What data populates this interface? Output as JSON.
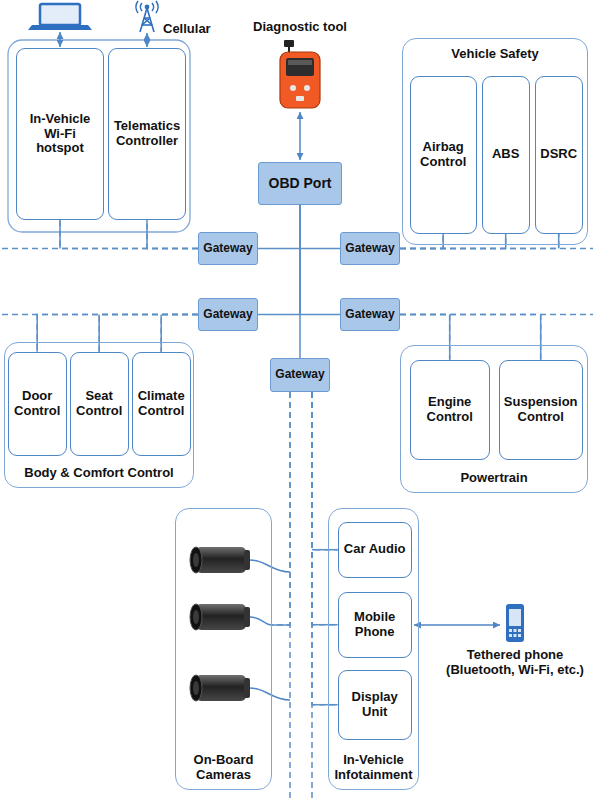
{
  "diagram": {
    "nodes": [
      {
        "text": [
          "In-Vehicle Wi-Fi hotspot"
        ]
      },
      {
        "text": [
          "Telematics Controller"
        ]
      },
      {
        "text": [
          "OBD Port"
        ]
      },
      {
        "text": [
          "Vehicle Safety"
        ]
      },
      {
        "text": [
          "Airbag Control"
        ],
        "in": 3
      },
      {
        "text": [
          "ABS"
        ],
        "in": 3
      },
      {
        "text": [
          "DSRC"
        ],
        "in": 3
      },
      {
        "text": [
          "Gateway"
        ]
      },
      {
        "text": [
          "Gateway"
        ]
      },
      {
        "text": [
          "Gateway"
        ]
      },
      {
        "text": [
          "Gateway"
        ]
      },
      {
        "text": [
          "Body & Comfort Control"
        ]
      },
      {
        "text": [
          "Door Control"
        ],
        "in": 11
      },
      {
        "text": [
          "Seat Control"
        ],
        "in": 11
      },
      {
        "text": [
          "Climate Control"
        ],
        "in": 11
      },
      {
        "text": [
          "Gateway"
        ]
      },
      {
        "text": [
          "Powertrain"
        ]
      },
      {
        "text": [
          "Engine Control"
        ],
        "in": 16
      },
      {
        "text": [
          "Suspension Control"
        ],
        "in": 16
      },
      {
        "text": [
          "On-Board Cameras"
        ]
      },
      {
        "text": [
          "In-Vehicle Infotainment"
        ]
      },
      {
        "text": [
          "Car Audio"
        ],
        "in": 20
      },
      {
        "text": [
          "Mobile Phone"
        ],
        "in": 20
      },
      {
        "text": [
          "Display Unit"
        ],
        "in": 20
      }
    ],
    "edges": [
      {
        "from": 2,
        "to": 7,
        "arrow": "none"
      },
      {
        "from": 2,
        "to": 8,
        "arrow": "none"
      },
      {
        "from": 2,
        "to": 9,
        "arrow": "none"
      },
      {
        "from": 2,
        "to": 10,
        "arrow": "none"
      },
      {
        "from": 2,
        "to": 15,
        "arrow": "none"
      },
      {
        "from": 7,
        "to": 0,
        "arrow": "none"
      },
      {
        "from": 7,
        "to": 1,
        "arrow": "none"
      },
      {
        "from": 8,
        "to": 4,
        "arrow": "none"
      },
      {
        "from": 8,
        "to": 5,
        "arrow": "none"
      },
      {
        "from": 8,
        "to": 6,
        "arrow": "none"
      },
      {
        "from": 9,
        "to": 12,
        "arrow": "none"
      },
      {
        "from": 9,
        "to": 13,
        "arrow": "none"
      },
      {
        "from": 9,
        "to": 14,
        "arrow": "none"
      },
      {
        "from": 10,
        "to": 17,
        "arrow": "none"
      },
      {
        "from": 10,
        "to": 18,
        "arrow": "none"
      },
      {
        "from": 15,
        "to": 21,
        "arrow": "none"
      },
      {
        "from": 15,
        "to": 22,
        "arrow": "none"
      },
      {
        "from": 15,
        "to": 23,
        "arrow": "none"
      },
      {
        "from": 15,
        "to": 19,
        "arrow": "none"
      }
    ],
    "labels": [
      "Cellular",
      "Diagnostic tool",
      "Tethered phone (Bluetooth, Wi-Fi, etc.)"
    ]
  }
}
